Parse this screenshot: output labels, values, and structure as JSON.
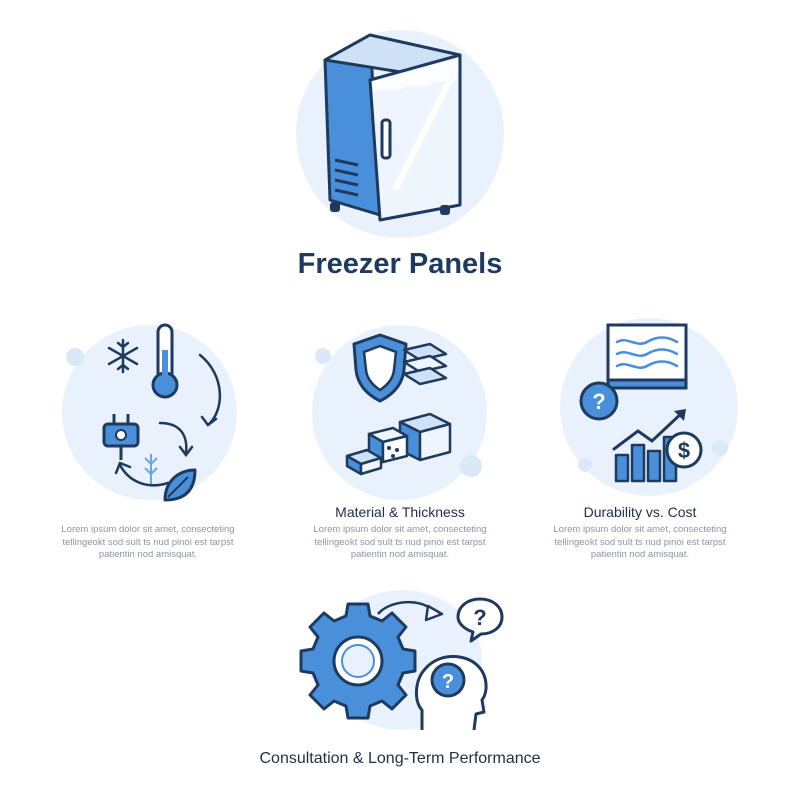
{
  "header": {
    "title": "Freezer Panels"
  },
  "cards": [
    {
      "label": "",
      "body": [
        "Lorem ipsum dolor sit amet, consecteting",
        "tellingeokt sod sult ts nud pinoi est tarpst",
        "patientin nod amisquat."
      ]
    },
    {
      "label": "Material & Thickness",
      "body": [
        "Lorem ipsum dolor sit amet, consecteting",
        "tellingeokt sod sult ts nud pinoi est tarpst",
        "patientin nod amisquat."
      ]
    },
    {
      "label": "Durability vs. Cost",
      "body": [
        "Lorem ipsum dolor sit amet, consecteting",
        "tellingeokt sod sult ts nud pinoi est tarpst",
        "patientin nod amisquat."
      ]
    }
  ],
  "footer": {
    "label": "Consultation & Long-Term Performance"
  },
  "icons": {
    "hero": "freezer-icon",
    "card1": [
      "snowflake-icon",
      "thermometer-icon",
      "plug-icon",
      "leaf-icon",
      "cycle-arrows-icon"
    ],
    "card2": [
      "shield-icon",
      "layered-panels-icon",
      "insulation-blocks-icon"
    ],
    "card3": [
      "chart-board-icon",
      "question-icon",
      "growth-chart-icon",
      "dollar-icon"
    ],
    "footer": [
      "gear-icon",
      "thinking-head-icon",
      "question-bubble-icon"
    ]
  },
  "colors": {
    "accent": "#4a8fd9",
    "dark": "#1e3a5f",
    "light": "#e9f2fc"
  }
}
